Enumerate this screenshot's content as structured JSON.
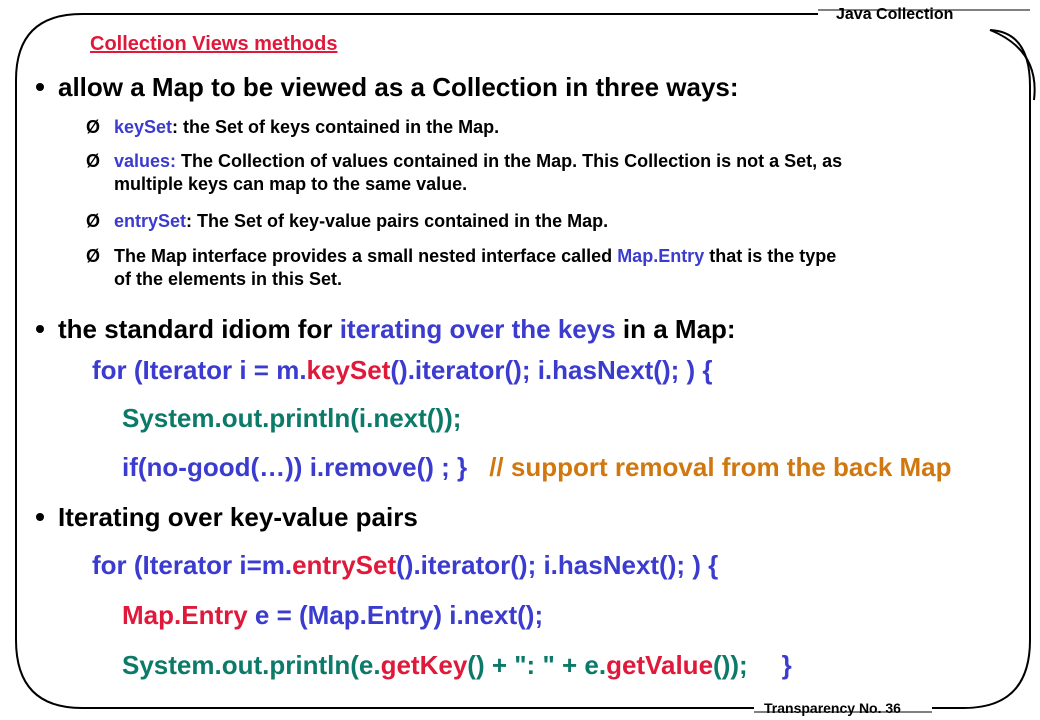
{
  "slide": {
    "header": "Java Collection",
    "footer": "Transparency No. 36",
    "title": "Collection Views methods",
    "bullet1": "allow a Map to be viewed as a Collection in three ways:",
    "marker": "Ø",
    "sub1": {
      "key": "keySet",
      "rest": ": the Set of keys contained in the Map."
    },
    "sub2": {
      "key": "values:",
      "line1": " The Collection of values contained in the Map. This Collection is not a Set,  as",
      "line2": "multiple keys can map to the same value."
    },
    "sub3": {
      "key": "entrySet",
      "rest": ": The Set of key-value pairs contained in the Map."
    },
    "sub4": {
      "pre": "The Map interface provides a  small nested interface called ",
      "key": "Map.Entry",
      "post": " that is the type",
      "line2": "of the elements in this Set."
    },
    "bullet2": {
      "pre": "the standard idiom for ",
      "key": "iterating over the keys",
      "post": " in a Map:"
    },
    "code1": {
      "line1": {
        "a": "for (Iterator i = m.",
        "b": "keySet",
        "c": "().iterator();  i.hasNext(); ) {"
      },
      "line2": "System.out.println(i.next());",
      "line3": {
        "a": "if(no-good(…)) i.remove() ;  }",
        "comment": "// support removal from the back Map"
      }
    },
    "bullet3": "Iterating over key-value pairs",
    "code2": {
      "line1": {
        "a": "for (Iterator i=m.",
        "b": "entrySet",
        "c": "().iterator(); i.hasNext(); ) {"
      },
      "line2": {
        "a": "Map.Entry",
        "b": " e = (Map.Entry) i.next();"
      },
      "line3": {
        "a": "System.out.println(e.",
        "b": "getKey",
        "c": "() + \": \" + e.",
        "d": "getValue",
        "e": "());",
        "f": "}"
      }
    }
  }
}
